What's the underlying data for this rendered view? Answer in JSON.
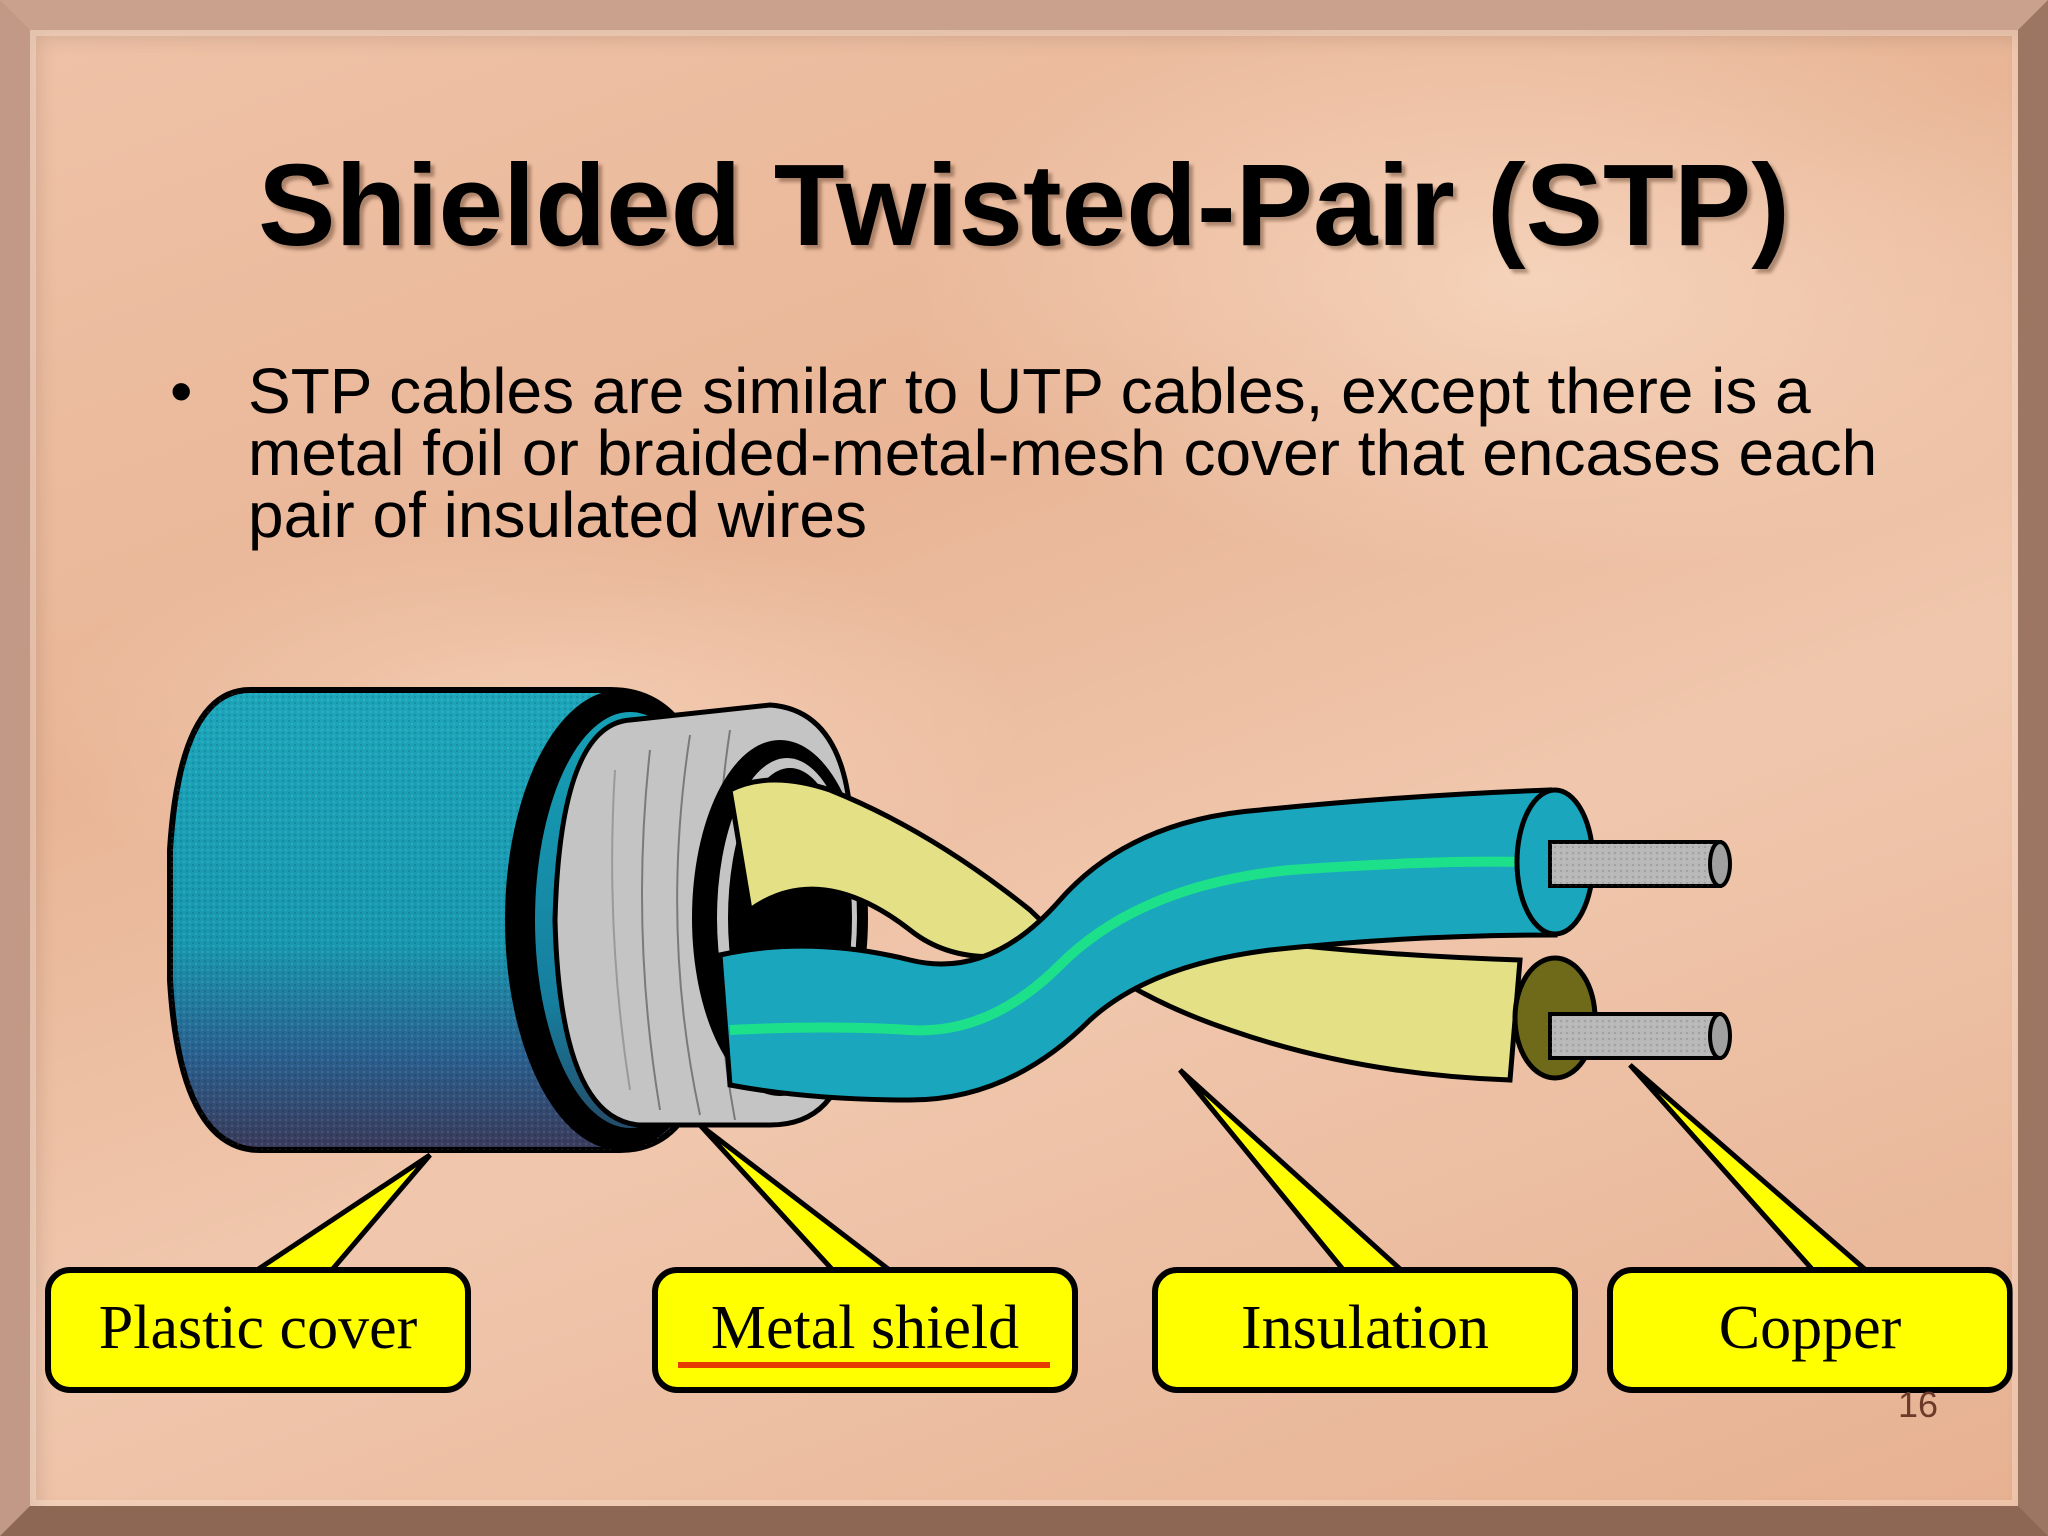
{
  "slide": {
    "title": "Shielded Twisted-Pair (STP)",
    "bullet_symbol": "•",
    "bullet_text": "STP cables are similar to UTP cables, except there is a metal foil or braided-metal-mesh cover that encases each pair of insulated wires",
    "page_number": "16"
  },
  "diagram": {
    "labels": {
      "plastic_cover": "Plastic cover",
      "metal_shield": "Metal shield",
      "insulation": "Insulation",
      "copper": "Copper"
    },
    "colors": {
      "cover_teal": "#1ba3b8",
      "cover_dark": "#2a4a78",
      "shield_gray": "#c4c4c4",
      "insulation_yellow": "#e3e086",
      "wire_teal": "#1aa6bd",
      "stripe_green": "#1de08a",
      "copper_gray": "#b8b8b8",
      "label_yellow": "#ffff00",
      "underline_red": "#e53a00"
    }
  }
}
